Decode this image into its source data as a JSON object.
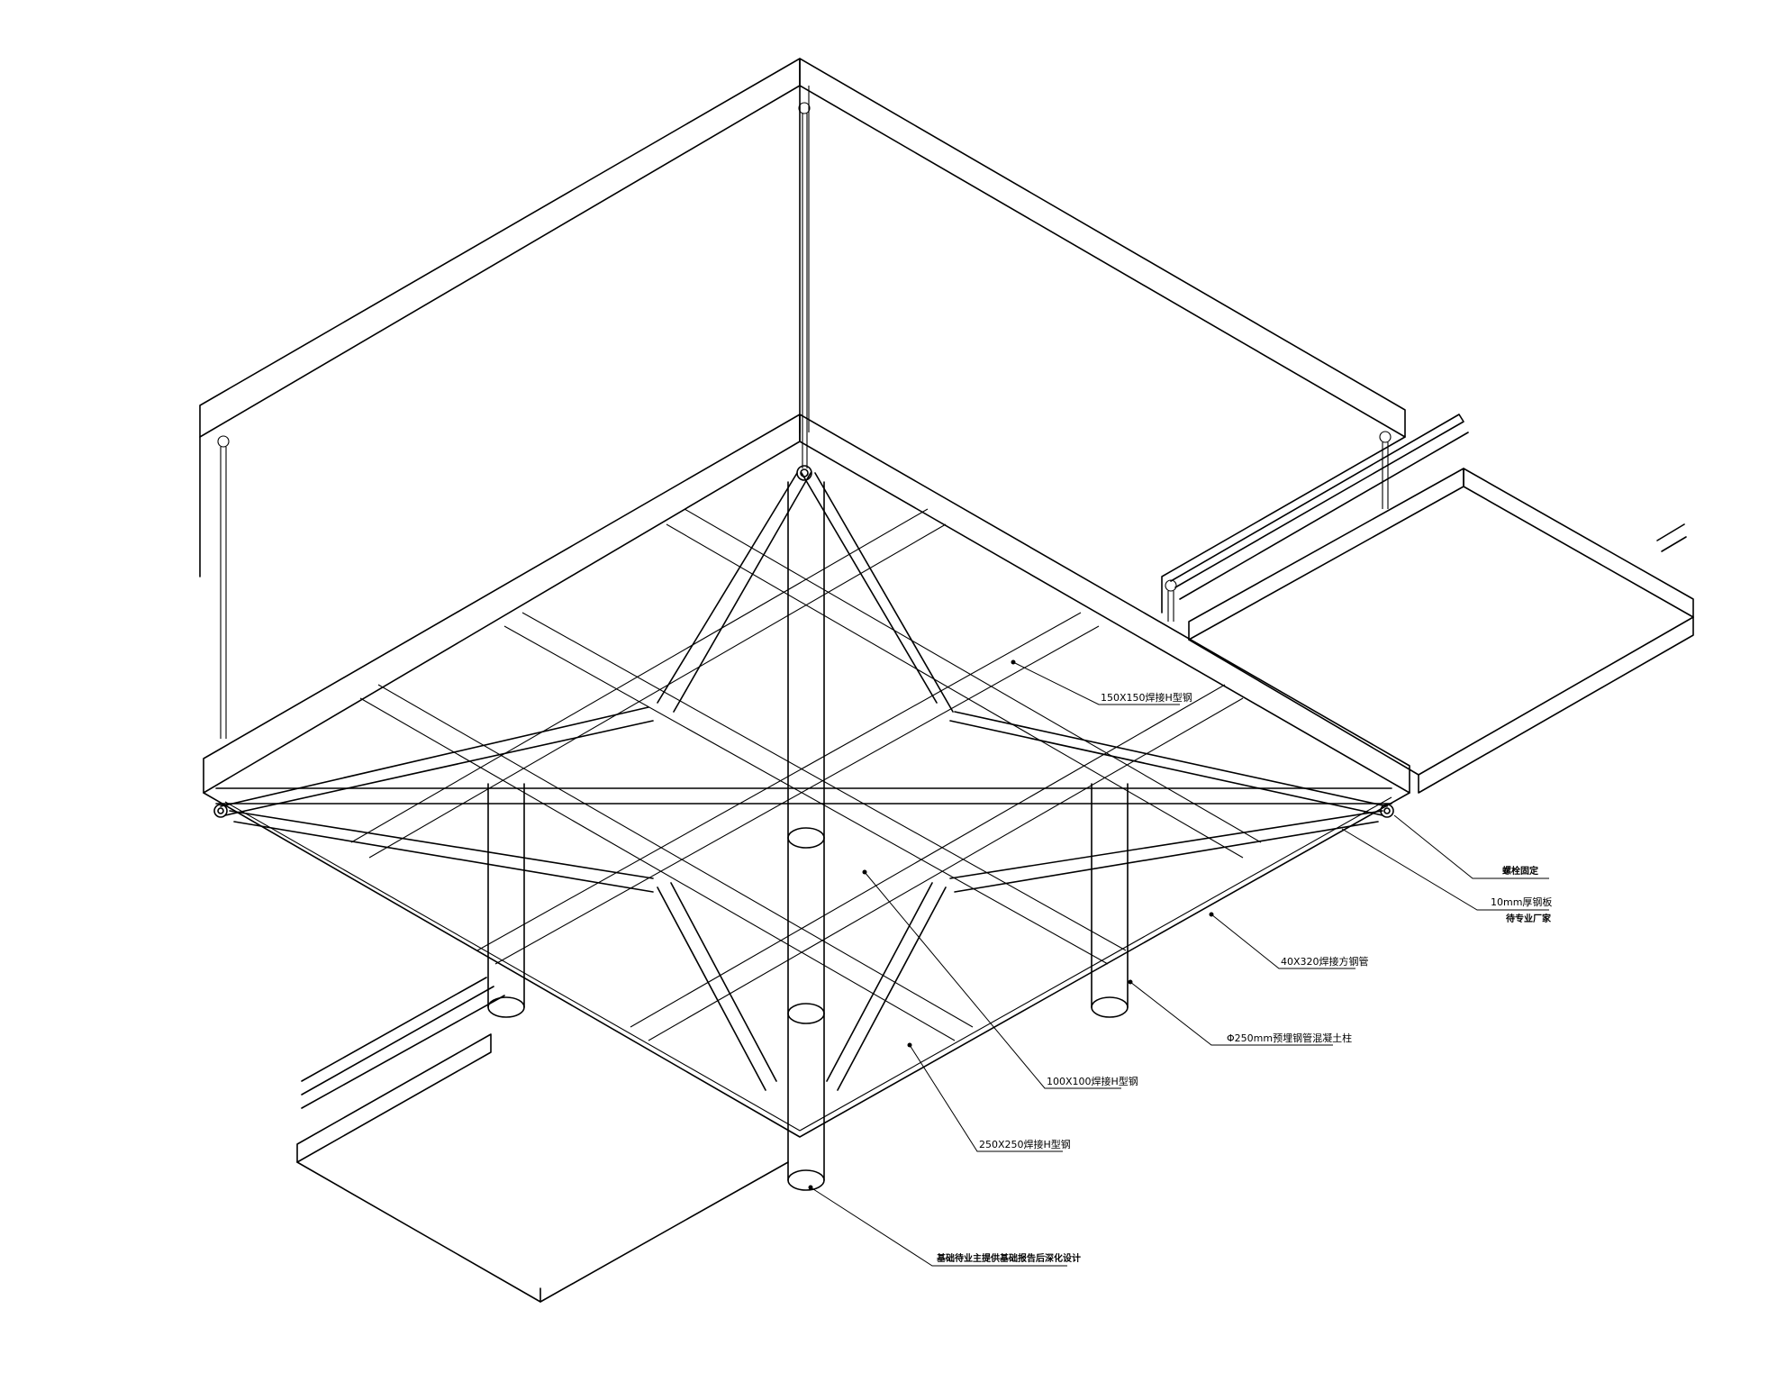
{
  "callouts": [
    {
      "id": "h150",
      "text": "150X150焊接H型钢"
    },
    {
      "id": "bolt",
      "text": "螺栓固定"
    },
    {
      "id": "plate",
      "text": "10mm厚钢板"
    },
    {
      "id": "plate_note",
      "text": "待专业厂家"
    },
    {
      "id": "pipe40",
      "text": "40X320焊接方钢管"
    },
    {
      "id": "col250",
      "text": "Φ250mm预埋钢管混凝土柱"
    },
    {
      "id": "h100",
      "text": "100X100焊接H型钢"
    },
    {
      "id": "h250",
      "text": "250X250焊接H型钢"
    },
    {
      "id": "foundation",
      "text": "基础待业主提供基础报告后深化设计"
    }
  ]
}
